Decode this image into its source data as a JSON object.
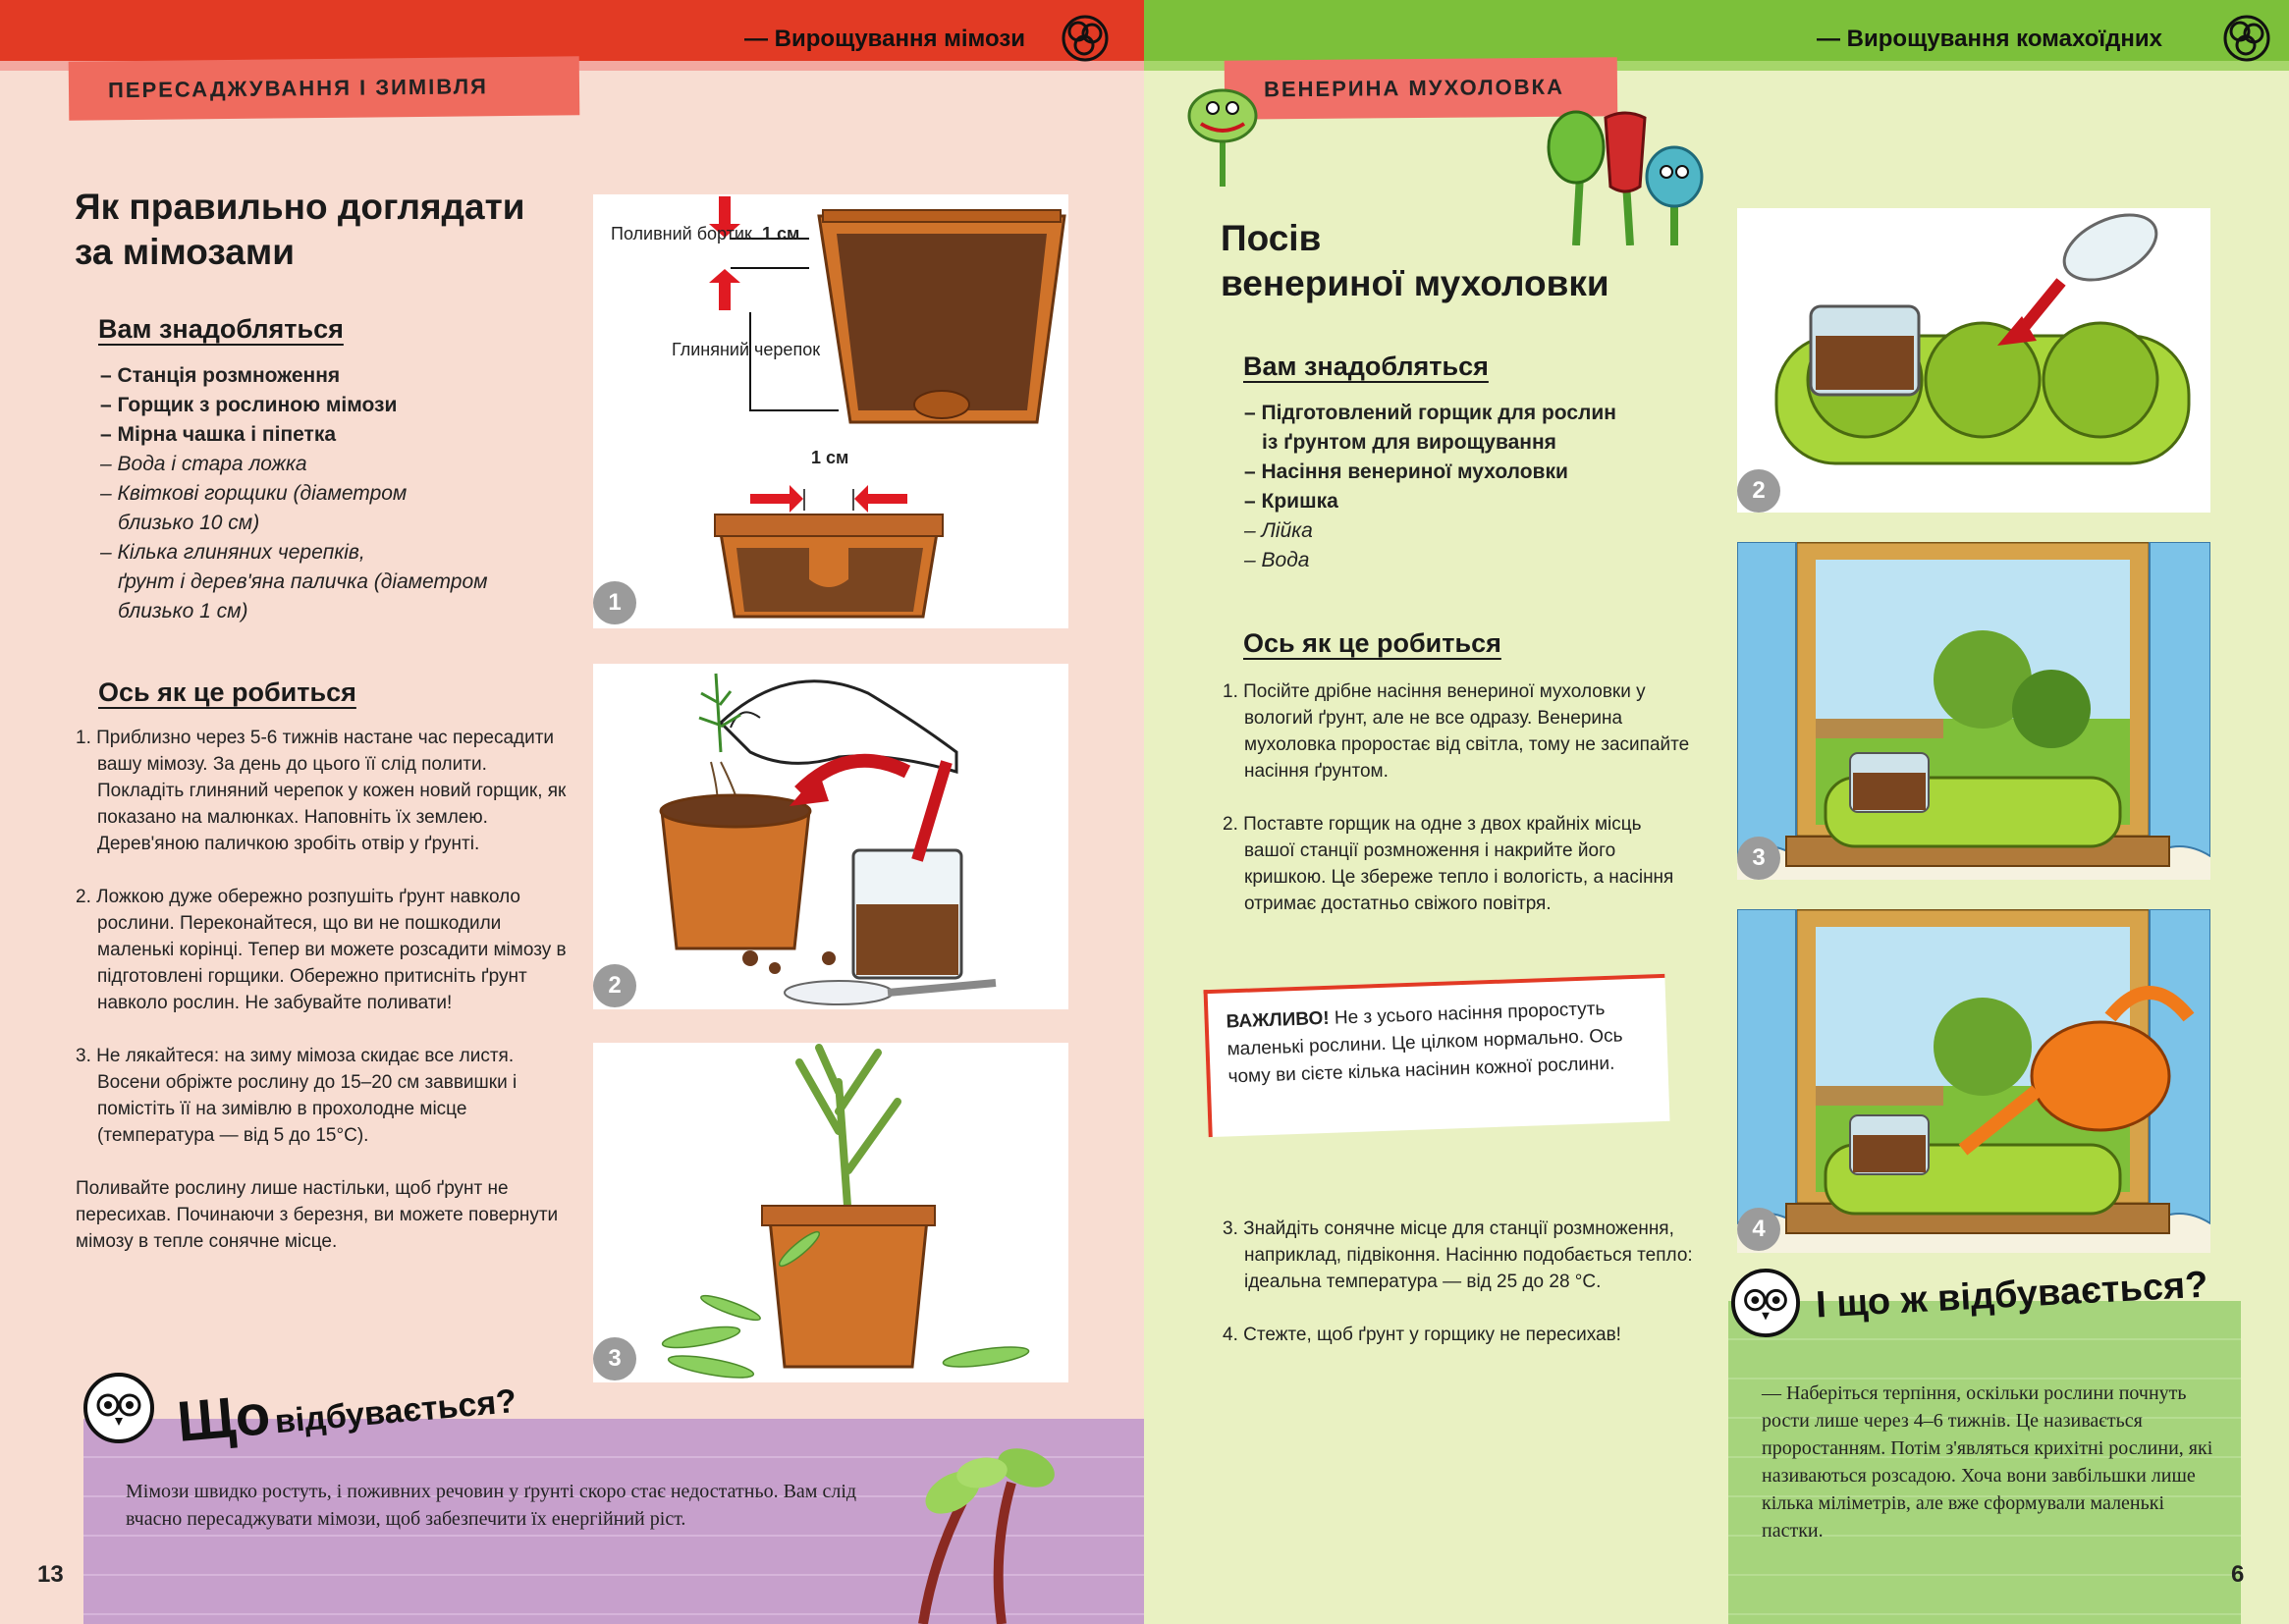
{
  "left": {
    "running_head": "— Вирощування мімози",
    "ribbon": "ПЕРЕСАДЖУВАННЯ І ЗИМІВЛЯ",
    "title_line1": "Як правильно доглядати",
    "title_line2": "за мімозами",
    "need_heading": "Вам знадобляться",
    "need_items": [
      "– Станція розмноження",
      "– Горщик з рослиною мімози",
      "– Мірна чашка і піпетка",
      "– Вода і стара ложка",
      "– Квіткові горщики (діаметром",
      "близько 10 см)",
      "– Кілька глиняних черепків,",
      "ґрунт і дерев'яна паличка (діаметром",
      "близько 1 см)"
    ],
    "how_heading": "Ось як це робиться",
    "steps": [
      "1. Приблизно через 5-6 тижнів настане час пересадити вашу мімозу. За день до цього її слід полити. Покладіть глиняний черепок у кожен новий горщик, як показано на малюнках. Наповніть їх землею. Дерев'яною паличкою зробіть отвір у ґрунті.",
      "2. Ложкою дуже обережно розпушіть ґрунт навколо рослини. Переконайтеся, що ви не пошкодили маленькі корінці. Тепер ви можете розсадити мімозу в підготовлені горщики. Обережно притисніть ґрунт навколо рослин. Не забувайте поливати!",
      "3. Не лякайтеся: на зиму мімоза скидає все листя. Восени обріжте рослину до 15–20 см заввишки і помістіть її на зимівлю в прохолодне місце (температура — від 5 до 15°С)."
    ],
    "closing": "Поливайте рослину лише настільки, щоб ґрунт не пересихав. Починаючи з березня, ви можете повернути мімозу в тепле сонячне місце.",
    "fig1_label_rim": "Поливний бортик",
    "fig1_label_1cm": "1 см",
    "fig1_label_shard": "Глиняний черепок",
    "fig1_label_1cm_b": "1 см",
    "fig_nums": [
      "1",
      "2",
      "3"
    ],
    "what_title_big": "Що",
    "what_title_small": "відбувається?",
    "what_text": "Мімози швидко ростуть, і поживних речовин у ґрунті скоро стає недостатньо. Вам слід вчасно пересаджувати мімози, щоб забезпечити їх енергійний ріст.",
    "page_number": "13"
  },
  "right": {
    "running_head": "— Вирощування комахоїдних",
    "ribbon": "ВЕНЕРИНА МУХОЛОВКА",
    "title_line1": "Посів",
    "title_line2": "венериної мухоловки",
    "need_heading": "Вам знадобляться",
    "need_items": [
      "– Підготовлений горщик для рослин",
      "із ґрунтом для вирощування",
      "– Насіння венериної мухоловки",
      "– Кришка",
      "– Лійка",
      "– Вода"
    ],
    "how_heading": "Ось як це робиться",
    "steps": [
      "1. Посійте дрібне насіння венериної мухоловки у вологий ґрунт, але не все одразу. Венерина мухоловка проростає від світла, тому не засипайте насіння ґрунтом.",
      "2. Поставте горщик на одне з двох крайніх місць вашої станції розмноження і накрийте його кришкою. Це збереже тепло і вологість, а насіння отримає достатньо свіжого повітря."
    ],
    "steps_b": [
      "3. Знайдіть сонячне місце для станції розмноження, наприклад, підвіконня. Насінню подобається тепло: ідеальна температура — від 25 до 28 °С.",
      "4. Стежте, щоб ґрунт у горщику не пересихав!"
    ],
    "important_label": "ВАЖЛИВО!",
    "important_text": "Не з усього насіння проростуть маленькі рослини. Це цілком нормально. Ось чому ви сієте кілька насінин кожної рослини.",
    "fig_nums": [
      "2",
      "3",
      "4"
    ],
    "what_title": "І що ж відбувається?",
    "what_text": "— Наберіться терпіння, оскільки рослини почнуть рости лише через 4–6 тижнів. Це називається проростанням. Потім з'являться крихітні рослини, які називаються розсадою. Хоча вони завбільшки лише кілька міліметрів, але вже сформували маленькі пастки.",
    "page_number": "6"
  },
  "colors": {
    "red_band": "#e23a24",
    "green_band": "#7cc03a",
    "left_bg": "#f8ddd2",
    "right_bg": "#e9f1c2",
    "purple_note": "#c7a0cc",
    "green_note": "#a6d47c",
    "pot": "#d0732a",
    "soil": "#6b3a1c"
  }
}
